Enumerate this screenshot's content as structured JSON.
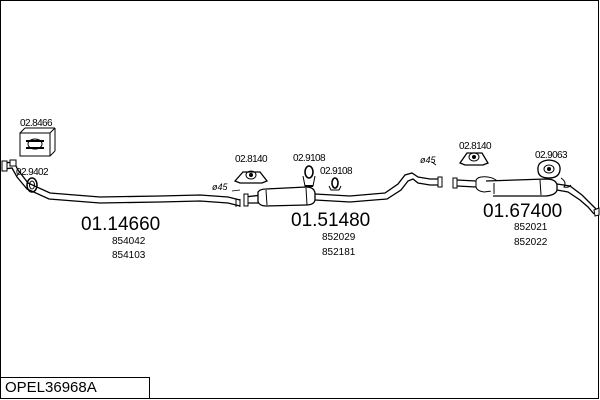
{
  "diagram": {
    "reference": "OPEL36968A",
    "groups": [
      {
        "part_number": "01.14660",
        "oe_numbers": [
          "854042",
          "854103"
        ]
      },
      {
        "part_number": "01.51480",
        "oe_numbers": [
          "852029",
          "852181"
        ]
      },
      {
        "part_number": "01.67400",
        "oe_numbers": [
          "852021",
          "852022"
        ]
      }
    ],
    "accessories": {
      "clamp_box": "02.8466",
      "gasket_ring": "02.9402",
      "hanger_front_mid": "02.8140",
      "rubber_ring_upper": "02.9108",
      "rubber_ring_lower": "02.9108",
      "hanger_rear": "02.8140",
      "rear_bracket": "02.9063"
    },
    "diameters": {
      "front_pipe": "ø45",
      "mid_pipe": "ø45"
    }
  }
}
